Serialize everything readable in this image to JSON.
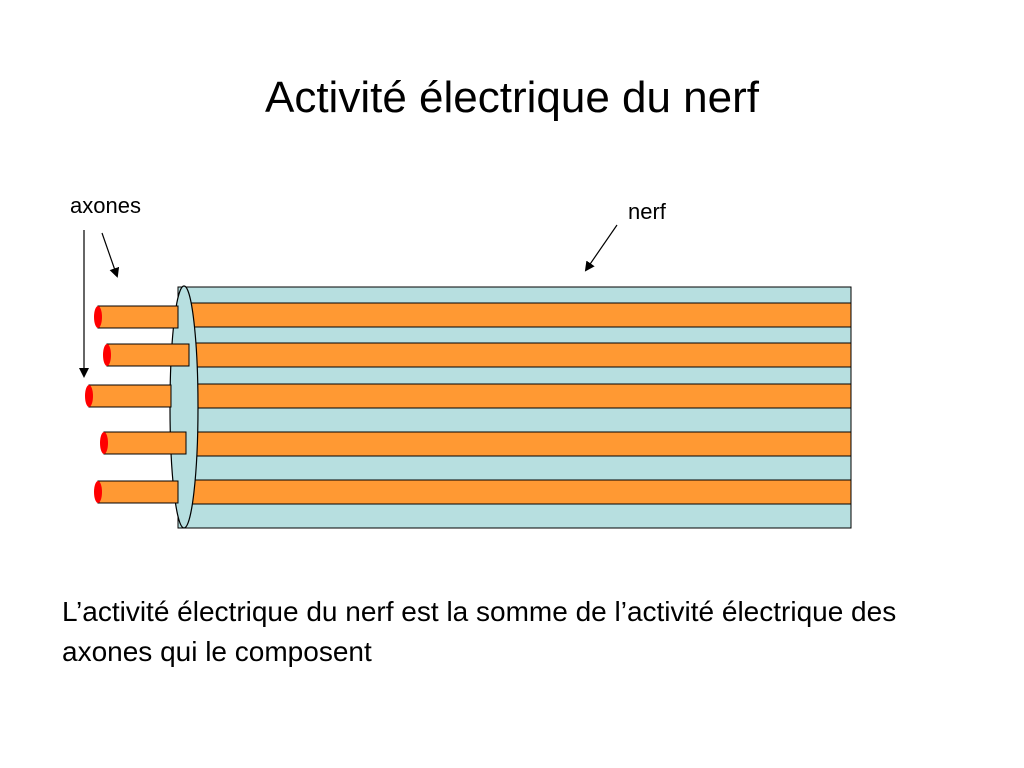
{
  "slide": {
    "title": "Activité électrique du nerf",
    "caption": "L’activité électrique du nerf est la somme de l’activité électrique des axones qui le composent"
  },
  "diagram": {
    "labels": {
      "axones": "axones",
      "nerf": "nerf"
    },
    "colors": {
      "nerve_fill": "#b7dfe0",
      "axon_fill": "#ff9933",
      "axon_tip": "#ff0000",
      "outline": "#000000"
    }
  }
}
